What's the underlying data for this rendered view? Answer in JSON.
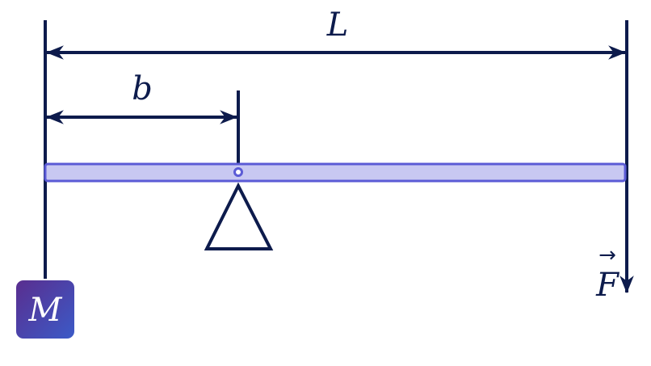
{
  "labels": {
    "length": "L",
    "pivot_distance": "b",
    "mass": "M",
    "force": "F",
    "force_vector_mark": "→"
  },
  "colors": {
    "ink": "#0d1b4c",
    "beam_fill": "#c8c8f2",
    "beam_stroke": "#5b5bd6",
    "mass_gradient_start": "#5a2d8e",
    "mass_gradient_end": "#3b5bc8",
    "mass_text": "#ffffff"
  }
}
